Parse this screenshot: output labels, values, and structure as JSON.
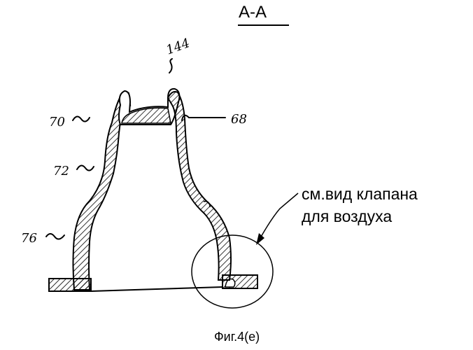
{
  "section_title": "A-A",
  "callout_note": {
    "line1": "см.вид клапана",
    "line2": "для воздуха"
  },
  "caption": "Фиг.4(е)",
  "reference_numerals": {
    "top": "144",
    "right": "68",
    "left_upper": "70",
    "left_middle": "72",
    "left_lower": "76"
  }
}
